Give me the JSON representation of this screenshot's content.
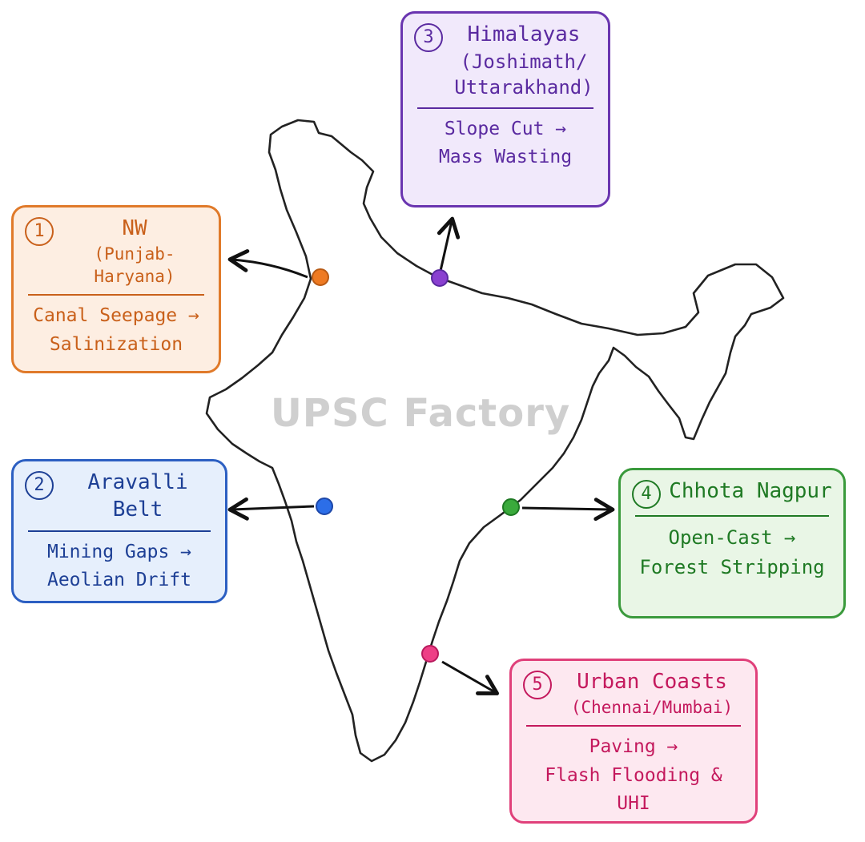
{
  "watermark": "UPSC Factory",
  "colors": {
    "outline": "#222222",
    "arrow": "#111111",
    "nw": "#e07a2a",
    "aravalli": "#2c5fc2",
    "himalaya": "#6a35b0",
    "chhota": "#3a9a3c",
    "coast": "#e0407a"
  },
  "regions": [
    {
      "id": "nw",
      "number": "1",
      "title": "NW",
      "subtitle": "(Punjab-Haryana)",
      "body_line1": "Canal Seepage →",
      "body_line2": "Salinization"
    },
    {
      "id": "aravalli",
      "number": "2",
      "title": "Aravalli Belt",
      "subtitle": "",
      "body_line1": "Mining Gaps →",
      "body_line2": "Aeolian Drift"
    },
    {
      "id": "himalaya",
      "number": "3",
      "title": "Himalayas",
      "subtitle": "(Joshimath/\nUttarakhand)",
      "body_line1": "Slope Cut →",
      "body_line2": "Mass Wasting"
    },
    {
      "id": "chhota",
      "number": "4",
      "title": "Chhota Nagpur",
      "subtitle": "",
      "body_line1": "Open-Cast →",
      "body_line2": "Forest Stripping"
    },
    {
      "id": "coast",
      "number": "5",
      "title": "Urban Coasts",
      "subtitle": "(Chennai/Mumbai)",
      "body_line1": "Paving →",
      "body_line2": "Flash Flooding & UHI"
    }
  ]
}
